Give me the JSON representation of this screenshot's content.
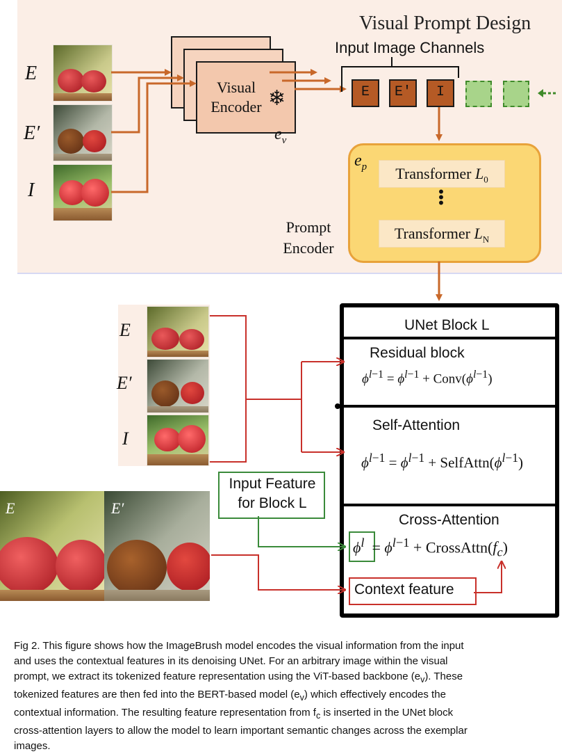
{
  "top": {
    "title": "Visual Prompt Design",
    "input_channels_label": "Input Image Channels",
    "labels": {
      "e": "E",
      "e_prime": "E′",
      "i": "I"
    },
    "encoder_label_line1": "Visual",
    "encoder_label_line2": "Encoder",
    "encoder_symbol": "e",
    "encoder_symbol_sub": "v",
    "tokens": [
      "E",
      "E'",
      "I"
    ],
    "prompt_encoder": {
      "symbol": "e",
      "symbol_sub": "p",
      "layers": [
        {
          "name": "Transformer ",
          "var": "L",
          "sub": "0"
        },
        {
          "name": "Transformer ",
          "var": "L",
          "sub": "N"
        }
      ],
      "label_line1": "Prompt",
      "label_line2": "Encoder"
    }
  },
  "bottom": {
    "labels": {
      "e": "E",
      "e_prime": "E′",
      "i": "I"
    },
    "unet": {
      "title": "UNet Block L",
      "residual": {
        "title": "Residual block",
        "equation": "ϕ^{l−1} = ϕ^{l−1} + Conv(ϕ^{l−1})"
      },
      "self_attention": {
        "title": "Self-Attention",
        "equation": "ϕ^{l−1} = ϕ^{l−1} + SelfAttn(ϕ^{l−1})"
      },
      "cross_attention": {
        "title": "Cross-Attention"
      }
    },
    "input_feature_line1": "Input Feature",
    "input_feature_line2": "for Block L",
    "context_feature": "Context feature"
  },
  "caption": {
    "line1": "Fig 2. This figure shows how the ImageBrush model encodes the visual information from the input",
    "line2": "and uses the contextual features in its denoising UNet. For an arbitrary image within the visual",
    "line3a": "prompt, we extract its tokenized feature representation using the ViT-based backbone (e",
    "line3sub": "v",
    "line3b": "). These",
    "line4a": "tokenized features are then fed into the BERT-based model (e",
    "line4sub": "v",
    "line4b": ") which effectively encodes the",
    "line5": "contextual information. The resulting feature representation from f",
    "line5sub": "c",
    "line5b": " is inserted in the UNet block",
    "line6": "cross-attention layers to allow the model to learn important semantic changes across the exemplar",
    "line7": "images."
  },
  "colors": {
    "orange_arrow": "#c8682a",
    "red_arrow": "#c8302a",
    "green_line": "#3a8a3a",
    "band_bg": "#fbeee6",
    "prompt_encoder_fill": "#fbd774",
    "token_fill": "#b55a25"
  },
  "icons": [
    "snowflake-icon"
  ]
}
